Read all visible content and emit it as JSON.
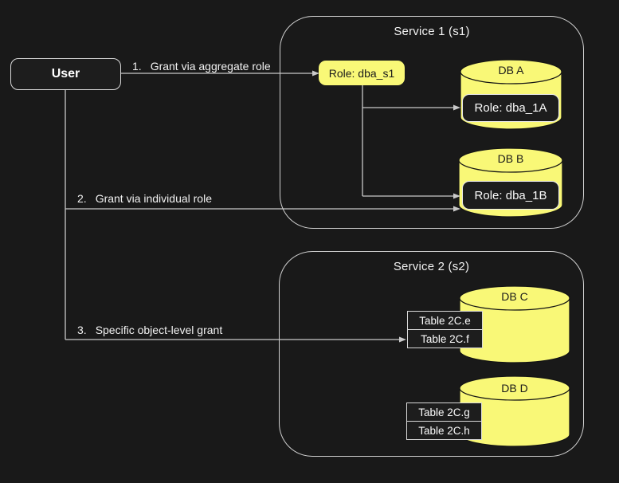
{
  "user_node": {
    "label": "User"
  },
  "grants": [
    {
      "num": "1.",
      "label": "Grant via aggregate role"
    },
    {
      "num": "2.",
      "label": "Grant via individual role"
    },
    {
      "num": "3.",
      "label": "Specific object-level grant"
    }
  ],
  "service1": {
    "title": "Service 1 (s1)",
    "aggregate_role": "Role: dba_s1",
    "databases": [
      {
        "name": "DB A",
        "role": "Role: dba_1A"
      },
      {
        "name": "DB B",
        "role": "Role: dba_1B"
      }
    ]
  },
  "service2": {
    "title": "Service 2 (s2)",
    "databases": [
      {
        "name": "DB C",
        "tables": [
          "Table 2C.e",
          "Table 2C.f"
        ]
      },
      {
        "name": "DB D",
        "tables": [
          "Table 2C.g",
          "Table 2C.h"
        ]
      }
    ]
  },
  "colors": {
    "background": "#191919",
    "node_fill": "#1d1d1d",
    "accent_yellow": "#f9f877",
    "border_light": "#d9d9d9",
    "connector_line": "#c9c9c9",
    "text_light": "#fafafa",
    "text_dark": "#1a1a1a"
  }
}
